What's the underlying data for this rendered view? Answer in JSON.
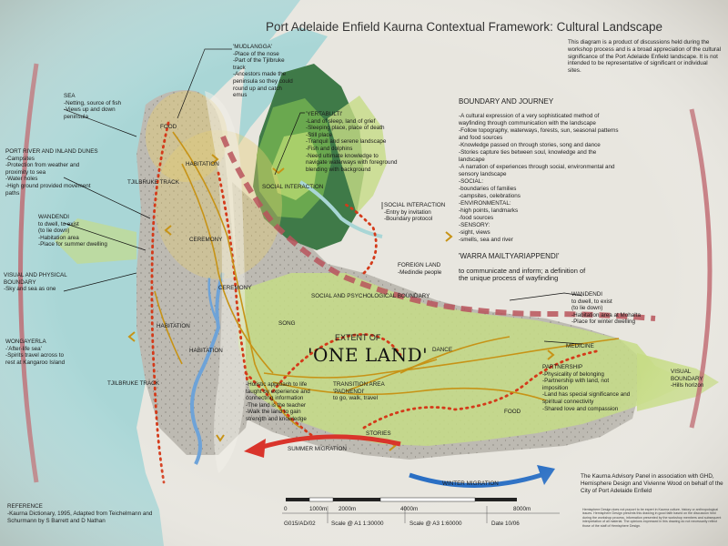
{
  "title": "Port Adelaide Enfield Kaurna Contextual Framework: Cultural Landscape",
  "intro": "This diagram is a product of discussions held during the workshop process and is a broad appreciation of the cultural significance of the Port Adelaide Enfield landscape. It is not intended to be representative of significant or individual sites.",
  "boundary": {
    "heading": "BOUNDARY AND JOURNEY",
    "body": "-A cultural expression of a very sophisticated method of\n wayfinding through communication with the landscape\n-Follow topography, waterways, forests, sun, seasonal patterns\n and food sources\n-Knowledge passed on through stories, song and dance\n-Stories capture ties between soul, knowledge and the\n landscape\n-A narration of experiences through social, environmental and\n sensory landscape\n    -SOCIAL:\n       -boundaries of families\n       -campsites, celebrations\n    -ENVIRONMENTAL:\n       -high points, landmarks\n       -food sources\n    -SENSORY:\n       -sight, views\n       -smells, sea and river",
    "warra": "'WARRA MAILTYARIAPPENDI'",
    "warra_desc": "      to communicate and inform; a definition of\n      the unique process of wayfinding"
  },
  "notes": {
    "sea": "SEA\n-Netting, source of fish\n-Views up and down\n peninsula",
    "port_river": "PORT RIVER AND INLAND DUNES\n-Campsites\n-Protection from weather and\n proximity to sea\n-Water holes\n-High ground provided movement\n paths",
    "wandendi_left": "WANDENDI\n     to dwell, to exist\n     (to lie down)\n-Habitation area\n-Place for summer dwelling",
    "visual_left": "VISUAL AND PHYSICAL\nBOUNDARY\n-Sky and sea as one",
    "wongayerla": "WONGAYERLA\n-'After-life sea'\n-Spirits travel across to\n rest at Kangaroo Island",
    "mudlangga": "'MUDLANGGA'\n-Place of the nose\n-Part of the Tjilbruke\n track\n-Ancestors made the\n peninsula so they could\n round up and catch\n emus",
    "yertabulti": "'YERTABULTI'\n-Land of sleep, land of grief\n-Sleeping place, place of death\n-Still place\n-Tranquil and serene landscape\n-Fish and dolphins\n-Need ultimate knowledge to\n navigate waterways with foreground\n blending with background",
    "social_interaction": "SOCIAL INTERACTION\n-Entry by invitation\n-Boundary protocol",
    "foreign_land": "FOREIGN LAND\n-Medindie people",
    "wandendi_right": "WANDENDI\n     to dwell, to exist\n     (to lie down)\n-Habitation area at Mohalta\n-Place for winter dwelling",
    "visual_right": "VISUAL\nBOUNDARY\n-Hills horizon",
    "partnership": "PARTNERSHIP\n-Physicality of belonging\n-Partnership with land, not\n imposition\n-Land has special significance and\n spiritual connectivity\n-Shared love and compassion",
    "holistic": "-Holistic approach to life\n taught by experience and\n connecting information\n-The land is the teacher\n-Walk the land to gain\n strength and knowledge",
    "transition": "TRANSITION AREA\n'PADNENDI'\n   to go, walk, travel"
  },
  "labels": {
    "food": "FOOD",
    "habitation": "HABITATION",
    "tjilbruke": "TJILBRUKE TRACK",
    "social_interaction_map": "SOCIAL INTERACTION",
    "ceremony": "CEREMONY",
    "ceremony2": "CEREMONY",
    "social_psych": "SOCIAL AND PSYCHOLOGICAL BOUNDARY",
    "song": "SONG",
    "habitation2": "HABITATION",
    "habitation3": "HABITATION",
    "tjilbruke2": "TJILBRUKE TRACK",
    "dance": "DANCE",
    "medicine": "MEDICINE",
    "food2": "FOOD",
    "stories": "STORIES",
    "summer": "SUMMER MIGRATION",
    "winter": "WINTER MIGRATION",
    "extent": "EXTENT OF",
    "one_land": "'ONE LAND'"
  },
  "scale": {
    "ticks": [
      "0",
      "1000m",
      "2000m",
      "4000m",
      "8000m"
    ],
    "code": "G015/AD/02",
    "a1": "Scale @ A1 1:30000",
    "a3": "Scale @ A3 1:60000",
    "date": "Date 10/06"
  },
  "reference": "REFERENCE\n-Kaurna Dictionary, 1995, Adapted from Teichelmann and\n Schurmann by S Barrett and D Nathan",
  "credit": "The Kaurna Advisory Panel in association with GHD, Hemisphere Design and Vivienne Wood on behalf of the City of Port Adelaide Enfield",
  "disclaimer": "Hemisphere Design does not purport to be expert in Kaurna culture, history or anthropological issues. Hemisphere Design presents this drawing in good faith based on the discussion held during the workshop process, information presented by the workshop members and subsequent interpretation of all material. The opinions expressed in this drawing do not necessarily reflect those of the staff of Hemisphere Design.",
  "colors": {
    "sea": "#a9d6d6",
    "land": "#bdbab2",
    "light_green": "#c6dc86",
    "dark_green": "#3f7a48",
    "mid_green": "#6aa84f",
    "path": "#c79316",
    "dotted": "#d43a1a",
    "boundary": "#b8545c",
    "summer": "#d9342b",
    "winter": "#2a6fc4"
  }
}
